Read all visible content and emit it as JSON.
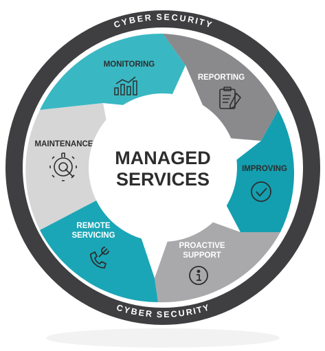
{
  "ring": {
    "top_label": "CYBER SECURITY",
    "bottom_label": "CYBER SECURITY",
    "color": "#3f3f41"
  },
  "center": {
    "line1": "MANAGED",
    "line2": "SERVICES",
    "text_color": "#2d2d2d"
  },
  "segments": [
    {
      "id": "monitoring",
      "lines": [
        "MONITORING"
      ],
      "icon": "bar-chart-icon",
      "color": "#39b8c3"
    },
    {
      "id": "reporting",
      "lines": [
        "REPORTING"
      ],
      "icon": "clipboard-pen-icon",
      "color": "#8a8a8c"
    },
    {
      "id": "improving",
      "lines": [
        "IMPROVING"
      ],
      "icon": "check-circle-icon",
      "color": "#139fb0"
    },
    {
      "id": "proactive-support",
      "lines": [
        "PROACTIVE",
        "SUPPORT"
      ],
      "icon": "info-circle-icon",
      "color": "#a9a9ab"
    },
    {
      "id": "remote-servicing",
      "lines": [
        "REMOTE",
        "SERVICING"
      ],
      "icon": "phone-wrench-icon",
      "color": "#1aa6b6"
    },
    {
      "id": "maintenance",
      "lines": [
        "MAINTENANCE"
      ],
      "icon": "gear-wrench-icon",
      "color": "#d6d6d7"
    }
  ]
}
